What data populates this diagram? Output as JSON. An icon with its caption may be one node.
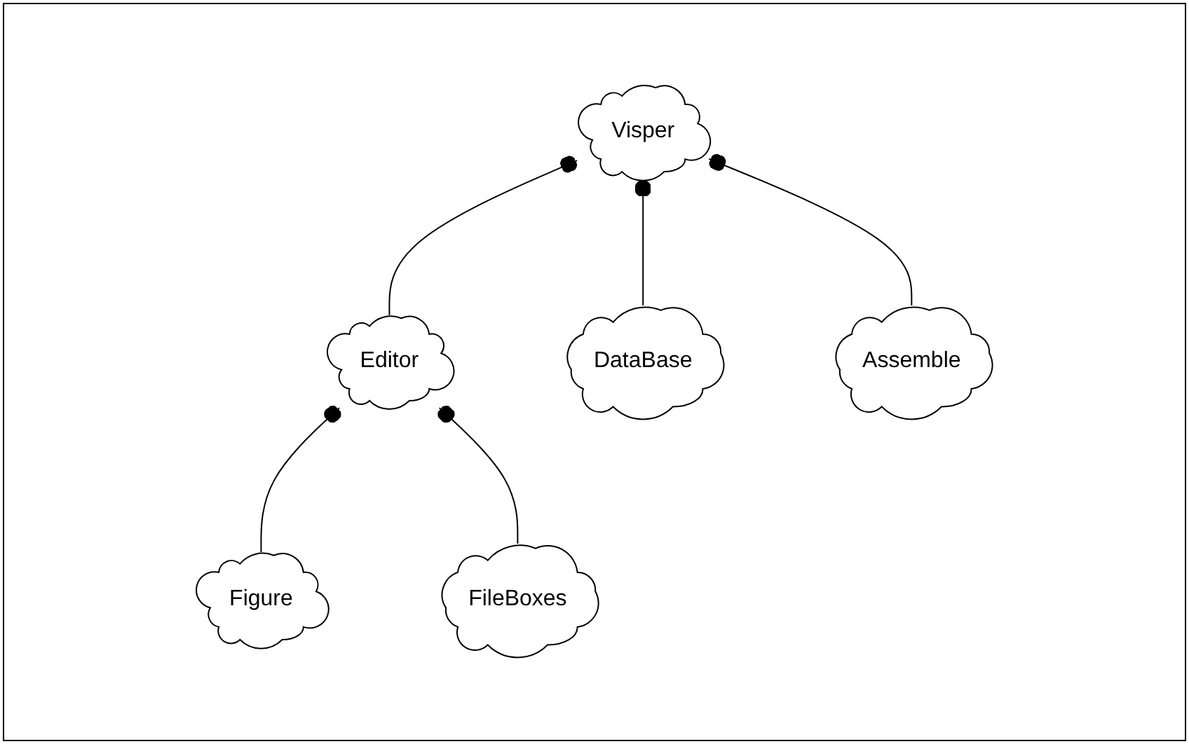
{
  "diagram": {
    "nodes": [
      {
        "text": [
          "Visper"
        ]
      },
      {
        "text": [
          "Editor"
        ]
      },
      {
        "text": [
          "DataBase"
        ]
      },
      {
        "text": [
          "Figure"
        ]
      },
      {
        "text": [
          "FileBoxes"
        ]
      },
      {
        "text": [
          "Assemble"
        ]
      }
    ],
    "edges": [
      {
        "from": 1,
        "to": 0,
        "arrow": "other"
      },
      {
        "from": 2,
        "to": 0,
        "arrow": "other"
      },
      {
        "from": 5,
        "to": 0,
        "arrow": "other"
      },
      {
        "from": 3,
        "to": 1,
        "arrow": "other"
      },
      {
        "from": 4,
        "to": 1,
        "arrow": "other"
      }
    ]
  }
}
